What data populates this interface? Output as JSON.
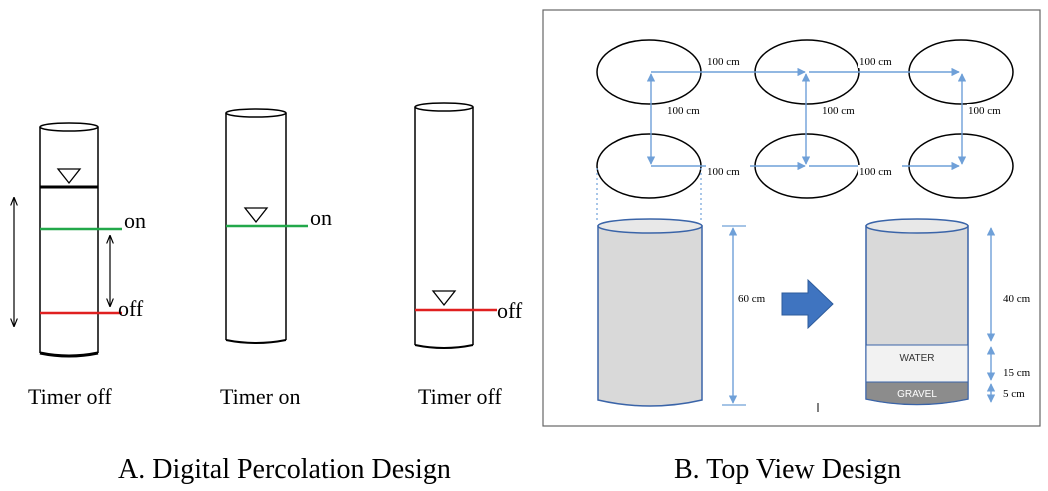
{
  "panel_a": {
    "caption": "A. Digital Percolation Design",
    "on_label_1": "on",
    "off_label_1": "off",
    "on_label_2": "on",
    "off_label_3": "off",
    "timer_1": "Timer off",
    "timer_2": "Timer on",
    "timer_3": "Timer off"
  },
  "panel_b": {
    "caption": "B. Top View Design",
    "dist_top_1": "100 cm",
    "dist_top_2": "100 cm",
    "dist_mid_1": "100 cm",
    "dist_mid_2": "100 cm",
    "dist_mid_3": "100 cm",
    "dist_bot_1": "100 cm",
    "dist_bot_2": "100 cm",
    "height_full": "60 cm",
    "height_top": "40 cm",
    "height_water": "15 cm",
    "height_gravel": "5 cm",
    "water_label": "WATER",
    "gravel_label": "GRAVEL"
  },
  "colors": {
    "green_line": "#22a84a",
    "red_line": "#e02020",
    "blue_line": "#6fa0d8",
    "cylinder_fill": "#d9d9d9",
    "arrow_fill": "#3f74c0",
    "gravel_fill": "#8c8c8c"
  }
}
